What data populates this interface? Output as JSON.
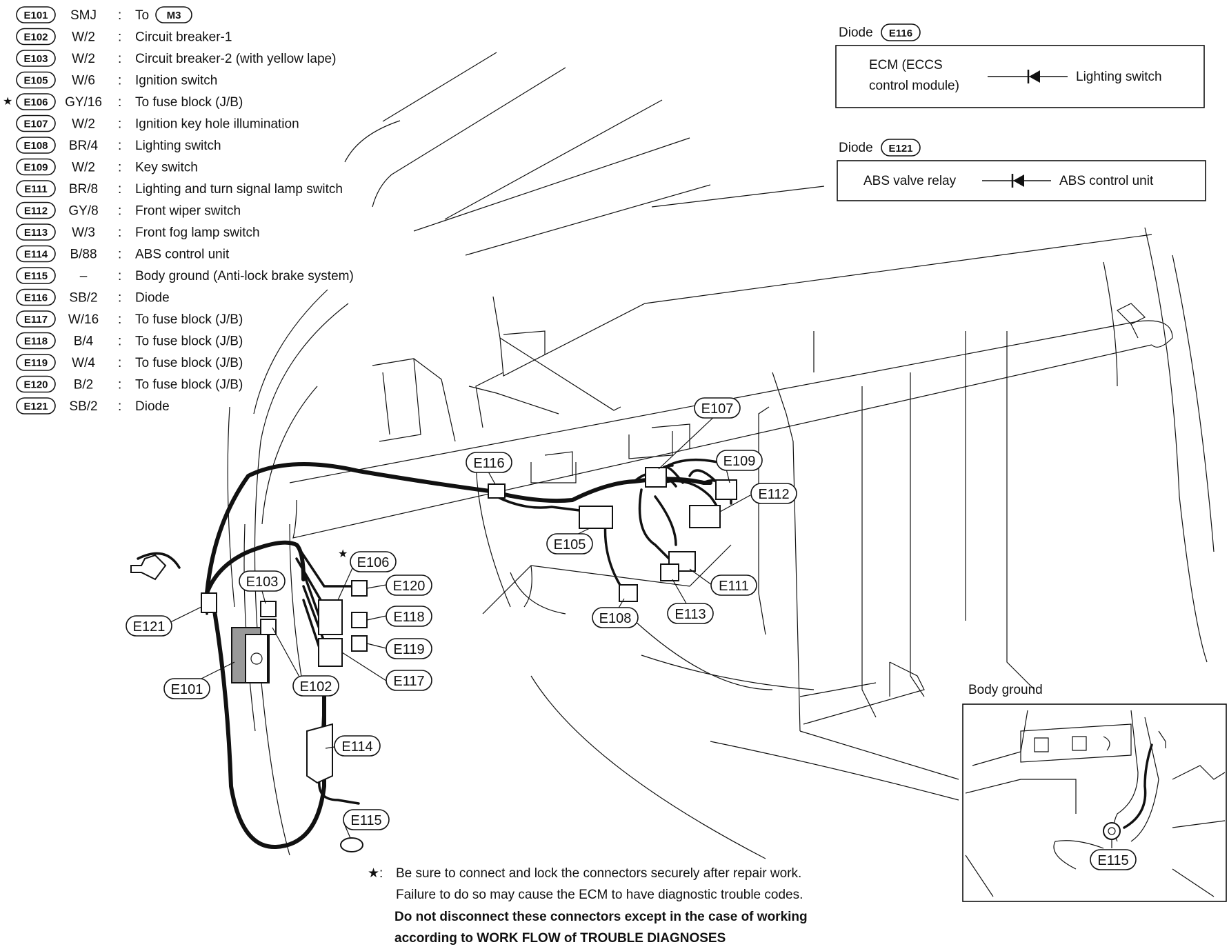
{
  "legend": [
    {
      "id": "E101",
      "wire": "SMJ",
      "desc": "To",
      "ref": "M3",
      "star": false
    },
    {
      "id": "E102",
      "wire": "W/2",
      "desc": "Circuit breaker-1",
      "star": false
    },
    {
      "id": "E103",
      "wire": "W/2",
      "desc": "Circuit breaker-2 (with yellow lape)",
      "star": false
    },
    {
      "id": "E105",
      "wire": "W/6",
      "desc": "Ignition switch",
      "star": false
    },
    {
      "id": "E106",
      "wire": "GY/16",
      "desc": "To fuse block (J/B)",
      "star": true
    },
    {
      "id": "E107",
      "wire": "W/2",
      "desc": "Ignition key hole illumination",
      "star": false
    },
    {
      "id": "E108",
      "wire": "BR/4",
      "desc": "Lighting switch",
      "star": false
    },
    {
      "id": "E109",
      "wire": "W/2",
      "desc": "Key switch",
      "star": false
    },
    {
      "id": "E111",
      "wire": "BR/8",
      "desc": "Lighting and turn signal lamp switch",
      "star": false
    },
    {
      "id": "E112",
      "wire": "GY/8",
      "desc": "Front wiper switch",
      "star": false
    },
    {
      "id": "E113",
      "wire": "W/3",
      "desc": "Front fog lamp switch",
      "star": false
    },
    {
      "id": "E114",
      "wire": "B/88",
      "desc": "ABS control unit",
      "star": false
    },
    {
      "id": "E115",
      "wire": "–",
      "desc": "Body ground (Anti-lock brake system)",
      "star": false
    },
    {
      "id": "E116",
      "wire": "SB/2",
      "desc": "Diode",
      "star": false
    },
    {
      "id": "E117",
      "wire": "W/16",
      "desc": "To fuse block (J/B)",
      "star": false
    },
    {
      "id": "E118",
      "wire": "B/4",
      "desc": "To fuse block (J/B)",
      "star": false
    },
    {
      "id": "E119",
      "wire": "W/4",
      "desc": "To fuse block (J/B)",
      "star": false
    },
    {
      "id": "E120",
      "wire": "B/2",
      "desc": "To fuse block (J/B)",
      "star": false
    },
    {
      "id": "E121",
      "wire": "SB/2",
      "desc": "Diode",
      "star": false
    }
  ],
  "legend_star": "★",
  "legend_colon": ":",
  "diode_e116": {
    "title": "Diode",
    "id": "E116",
    "left_line1": "ECM (ECCS",
    "left_line2": "control module)",
    "right": "Lighting switch"
  },
  "diode_e121": {
    "title": "Diode",
    "id": "E121",
    "left": "ABS valve relay",
    "right": "ABS control unit"
  },
  "callouts": {
    "e101": "E101",
    "e102": "E102",
    "e103": "E103",
    "e105": "E105",
    "e106": "E106",
    "e107": "E107",
    "e108": "E108",
    "e109": "E109",
    "e111": "E111",
    "e112": "E112",
    "e113": "E113",
    "e114": "E114",
    "e115": "E115",
    "e116": "E116",
    "e117": "E117",
    "e118": "E118",
    "e119": "E119",
    "e120": "E120",
    "e121": "E121"
  },
  "callout_star": "★",
  "body_ground": {
    "title": "Body ground",
    "callout": "E115"
  },
  "note": {
    "star": "★:",
    "line1": "Be sure to connect and lock the connectors securely after repair work.",
    "line2": "Failure to do so may cause the ECM to have diagnostic trouble codes.",
    "line3": "Do not disconnect these connectors except in the case of working",
    "line4": "according to WORK FLOW of TROUBLE DIAGNOSES"
  }
}
